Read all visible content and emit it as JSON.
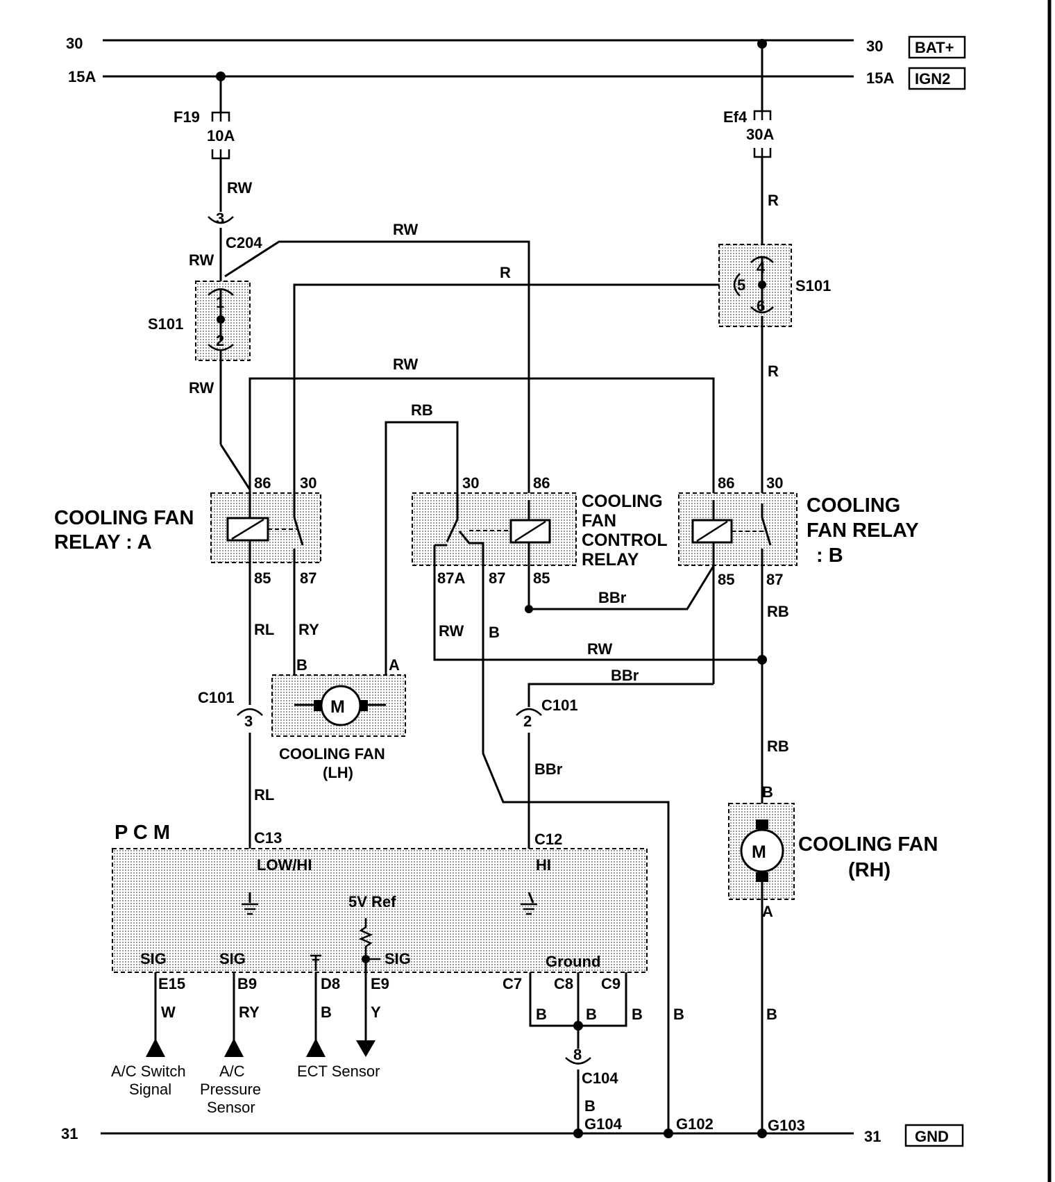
{
  "rails": {
    "top30_left": "30",
    "top30_right": "30",
    "bat_tag": "BAT+",
    "ign_left": "15A",
    "ign_right": "15A",
    "ign_tag": "IGN2",
    "gnd_left": "31",
    "gnd_right": "31",
    "gnd_tag": "GND"
  },
  "fuses": {
    "f19_name": "F19",
    "f19_rating": "10A",
    "ef4_name": "Ef4",
    "ef4_rating": "30A"
  },
  "splices": {
    "left_name": "S101",
    "right_name": "S101",
    "left_pin_top": "1",
    "left_pin_bottom": "2",
    "right_pin_top": "4",
    "right_pin_left": "5",
    "right_pin_bottom": "6"
  },
  "connectors": {
    "c204_name": "C204",
    "c204_pin": "3",
    "c101_left_name": "C101",
    "c101_left_pin": "3",
    "c101_right_name": "C101",
    "c101_right_pin": "2",
    "c104_name": "C104",
    "c104_pin": "8"
  },
  "wire_colors": {
    "rw": "RW",
    "r": "R",
    "rb": "RB",
    "rl": "RL",
    "ry": "RY",
    "b": "B",
    "bbr": "BBr",
    "w": "W",
    "y": "Y"
  },
  "relays": {
    "relay_a": {
      "line1": "COOLING FAN",
      "line2": "RELAY : A",
      "pin_86": "86",
      "pin_30": "30",
      "pin_85": "85",
      "pin_87": "87"
    },
    "control": {
      "line1": "COOLING",
      "line2": "FAN",
      "line3": "CONTROL",
      "line4": "RELAY",
      "pin_30": "30",
      "pin_86": "86",
      "pin_87a": "87A",
      "pin_87": "87",
      "pin_85": "85"
    },
    "relay_b": {
      "line1": "COOLING",
      "line2": "FAN RELAY",
      "line3": ": B",
      "pin_86": "86",
      "pin_30": "30",
      "pin_85": "85",
      "pin_87": "87"
    }
  },
  "fans": {
    "lh_line1": "COOLING FAN",
    "lh_line2": "(LH)",
    "rh_line1": "COOLING FAN",
    "rh_line2": "(RH)",
    "motor_symbol": "M",
    "term_a": "A",
    "term_b": "B"
  },
  "pcm": {
    "title": "P  C  M",
    "c13": "C13",
    "c13_fn": "LOW/HI",
    "c12": "C12",
    "c12_fn": "HI",
    "ref": "5V Ref",
    "sig": "SIG",
    "ground": "Ground",
    "e15": "E15",
    "b9": "B9",
    "d8": "D8",
    "e9": "E9",
    "c7": "C7",
    "c8": "C8",
    "c9": "C9"
  },
  "inputs": {
    "ac_switch_1": "A/C Switch",
    "ac_switch_2": "Signal",
    "ac_pressure_1": "A/C",
    "ac_pressure_2": "Pressure",
    "ac_pressure_3": "Sensor",
    "ect": "ECT Sensor"
  },
  "grounds": {
    "g104": "G104",
    "g102": "G102",
    "g103": "G103"
  }
}
